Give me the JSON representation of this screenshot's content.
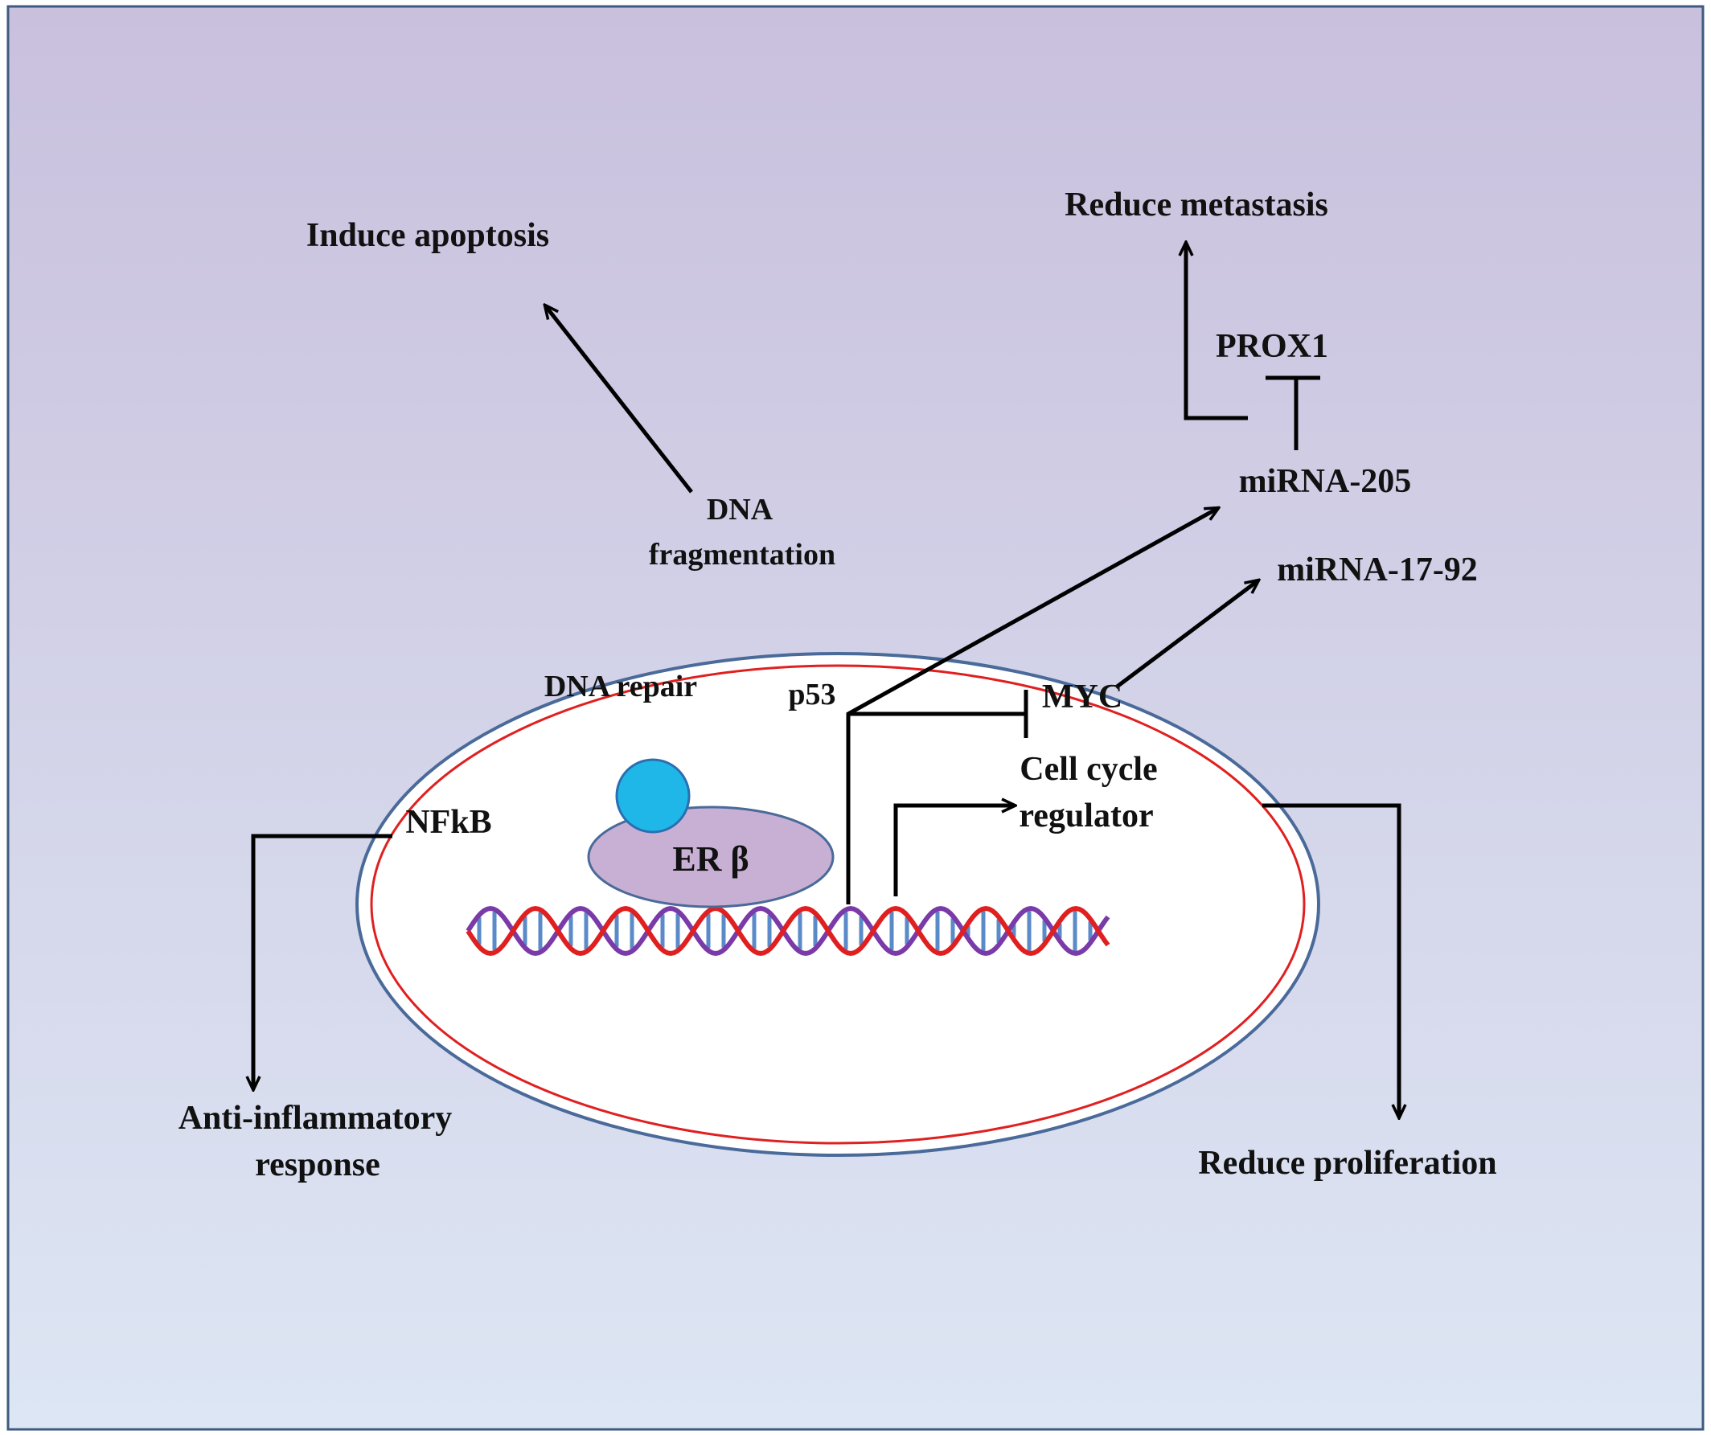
{
  "labels": {
    "induce_apoptosis": "Induce apoptosis",
    "reduce_metastasis": "Reduce metastasis",
    "prox1": "PROX1",
    "mirna_205": "miRNA-205",
    "mirna_17_92": "miRNA-17-92",
    "dna": "DNA",
    "fragmentation": "fragmentation",
    "dna_repair": "DNA repair",
    "p53": "p53",
    "myc": "MYC",
    "cell_cycle": "Cell cycle",
    "regulator": "regulator",
    "nfkb": "NFkB",
    "er_beta": "ER β",
    "anti_inflammatory": "Anti-inflammatory",
    "response": "response",
    "reduce_proliferation": "Reduce proliferation"
  },
  "colors": {
    "background_top": "#c9c0dd",
    "background_bottom": "#dde6f4",
    "nucleus_fill": "#ffffff",
    "nucleus_outer_border": "#4a6a9a",
    "nucleus_inner_border": "#e02020",
    "receptor_fill": "#c8b0d4",
    "ligand_fill": "#1fb7e8",
    "dna_strand_a": "#e02020",
    "dna_strand_b": "#7a3aa8",
    "dna_base_pairs": "#5a8ac8",
    "arrow": "#000000"
  }
}
